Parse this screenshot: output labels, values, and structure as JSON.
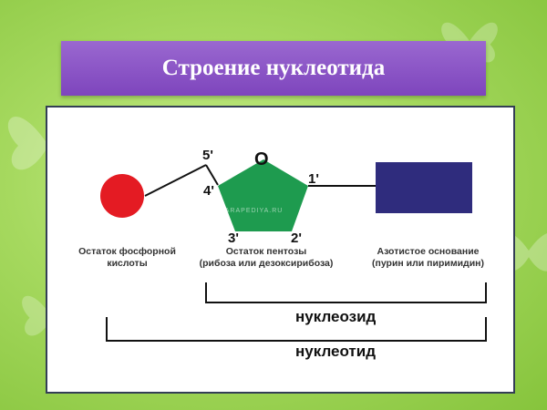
{
  "title": "Строение нуклеотида",
  "components": {
    "phosphate": {
      "label_line1": "Остаток фосфорной",
      "label_line2": "кислоты",
      "color": "#e41b23"
    },
    "pentose": {
      "label_line1": "Остаток пентозы",
      "label_line2": "(рибоза или дезоксирибоза)",
      "color": "#1e9b4f",
      "ring_atom": "O"
    },
    "base": {
      "label_line1": "Азотистое основание",
      "label_line2": "(пурин или пиримидин)",
      "color": "#2f2c7d"
    }
  },
  "carbon_numbers": {
    "c5": "5'",
    "c4": "4'",
    "c1": "1'",
    "c3": "3'",
    "c2": "2'"
  },
  "brackets": {
    "nucleoside": "нуклеозид",
    "nucleotide": "нуклеотид"
  },
  "watermark": "TARAPEDIYA.RU",
  "colors": {
    "title_bg": "#8a55c6",
    "panel_border": "#333e55",
    "background": "#a6d95f"
  }
}
